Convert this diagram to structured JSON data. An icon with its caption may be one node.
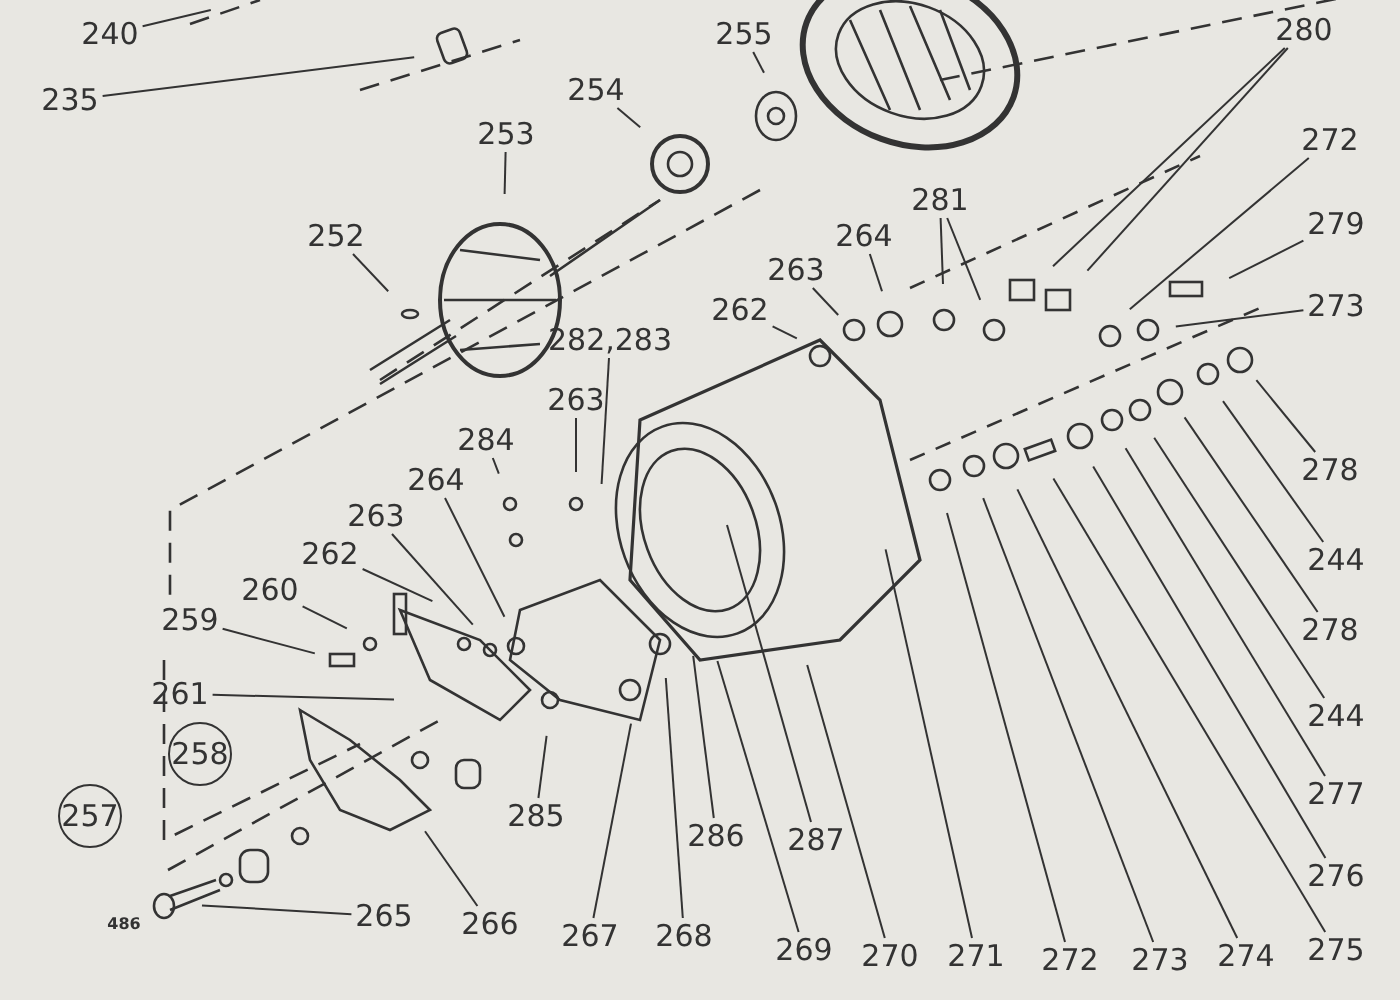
{
  "diagram": {
    "nodes": [
      {
        "text": [
          "240"
        ]
      },
      {
        "text": [
          "235"
        ]
      },
      {
        "text": [
          "255"
        ]
      },
      {
        "text": [
          "254"
        ]
      },
      {
        "text": [
          "253"
        ]
      },
      {
        "text": [
          "252"
        ]
      },
      {
        "text": [
          "280"
        ]
      },
      {
        "text": [
          "272"
        ]
      },
      {
        "text": [
          "279"
        ]
      },
      {
        "text": [
          "273"
        ]
      },
      {
        "text": [
          "281"
        ]
      },
      {
        "text": [
          "264"
        ]
      },
      {
        "text": [
          "263"
        ]
      },
      {
        "text": [
          "262"
        ]
      },
      {
        "text": [
          "282,283"
        ]
      },
      {
        "text": [
          "263"
        ]
      },
      {
        "text": [
          "284"
        ]
      },
      {
        "text": [
          "264"
        ]
      },
      {
        "text": [
          "263"
        ]
      },
      {
        "text": [
          "262"
        ]
      },
      {
        "text": [
          "260"
        ]
      },
      {
        "text": [
          "259"
        ]
      },
      {
        "text": [
          "261"
        ]
      },
      {
        "text": [
          "258"
        ]
      },
      {
        "text": [
          "257"
        ]
      },
      {
        "text": [
          "278"
        ]
      },
      {
        "text": [
          "244"
        ]
      },
      {
        "text": [
          "278"
        ]
      },
      {
        "text": [
          "244"
        ]
      },
      {
        "text": [
          "277"
        ]
      },
      {
        "text": [
          "276"
        ]
      },
      {
        "text": [
          "275"
        ]
      },
      {
        "text": [
          "274"
        ]
      },
      {
        "text": [
          "273"
        ]
      },
      {
        "text": [
          "272"
        ]
      },
      {
        "text": [
          "271"
        ]
      },
      {
        "text": [
          "270"
        ]
      },
      {
        "text": [
          "269"
        ]
      },
      {
        "text": [
          "268"
        ]
      },
      {
        "text": [
          "267"
        ]
      },
      {
        "text": [
          "266"
        ]
      },
      {
        "text": [
          "265"
        ]
      },
      {
        "text": [
          "285"
        ]
      },
      {
        "text": [
          "286"
        ]
      },
      {
        "text": [
          "287"
        ]
      }
    ],
    "edges": [
      {
        "from": 0,
        "to": null,
        "arrow": "none"
      },
      {
        "from": 1,
        "to": null,
        "arrow": "none"
      },
      {
        "from": 2,
        "to": null,
        "arrow": "none"
      },
      {
        "from": 3,
        "to": null,
        "arrow": "none"
      },
      {
        "from": 4,
        "to": null,
        "arrow": "none"
      },
      {
        "from": 5,
        "to": null,
        "arrow": "none"
      },
      {
        "from": 6,
        "to": null,
        "arrow": "none"
      },
      {
        "from": 6,
        "to": null,
        "arrow": "none"
      },
      {
        "from": 7,
        "to": null,
        "arrow": "none"
      },
      {
        "from": 8,
        "to": null,
        "arrow": "none"
      },
      {
        "from": 9,
        "to": null,
        "arrow": "none"
      },
      {
        "from": 10,
        "to": null,
        "arrow": "none"
      },
      {
        "from": 10,
        "to": null,
        "arrow": "none"
      },
      {
        "from": 11,
        "to": null,
        "arrow": "none"
      },
      {
        "from": 12,
        "to": null,
        "arrow": "none"
      },
      {
        "from": 13,
        "to": null,
        "arrow": "none"
      },
      {
        "from": 14,
        "to": null,
        "arrow": "none"
      },
      {
        "from": 15,
        "to": null,
        "arrow": "none"
      },
      {
        "from": 16,
        "to": null,
        "arrow": "none"
      },
      {
        "from": 17,
        "to": null,
        "arrow": "none"
      },
      {
        "from": 18,
        "to": null,
        "arrow": "none"
      },
      {
        "from": 19,
        "to": null,
        "arrow": "none"
      },
      {
        "from": 20,
        "to": null,
        "arrow": "none"
      },
      {
        "from": 21,
        "to": null,
        "arrow": "none"
      },
      {
        "from": 22,
        "to": null,
        "arrow": "none"
      },
      {
        "from": 25,
        "to": null,
        "arrow": "none"
      },
      {
        "from": 26,
        "to": null,
        "arrow": "none"
      },
      {
        "from": 27,
        "to": null,
        "arrow": "none"
      },
      {
        "from": 28,
        "to": null,
        "arrow": "none"
      },
      {
        "from": 29,
        "to": null,
        "arrow": "none"
      },
      {
        "from": 30,
        "to": null,
        "arrow": "none"
      },
      {
        "from": 31,
        "to": null,
        "arrow": "none"
      },
      {
        "from": 32,
        "to": null,
        "arrow": "none"
      },
      {
        "from": 33,
        "to": null,
        "arrow": "none"
      },
      {
        "from": 34,
        "to": null,
        "arrow": "none"
      },
      {
        "from": 35,
        "to": null,
        "arrow": "none"
      },
      {
        "from": 36,
        "to": null,
        "arrow": "none"
      },
      {
        "from": 37,
        "to": null,
        "arrow": "none"
      },
      {
        "from": 38,
        "to": null,
        "arrow": "none"
      },
      {
        "from": 39,
        "to": null,
        "arrow": "none"
      },
      {
        "from": 40,
        "to": null,
        "arrow": "none"
      },
      {
        "from": 41,
        "to": null,
        "arrow": "none"
      },
      {
        "from": 42,
        "to": null,
        "arrow": "none"
      },
      {
        "from": 43,
        "to": null,
        "arrow": "none"
      },
      {
        "from": 44,
        "to": null,
        "arrow": "none"
      }
    ],
    "labels": [
      "486"
    ]
  }
}
